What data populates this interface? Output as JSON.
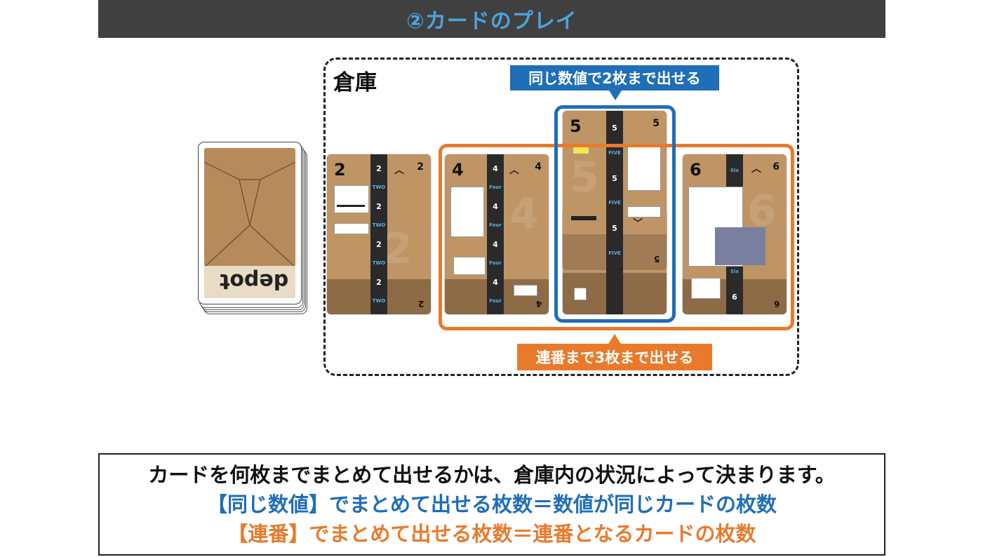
{
  "header": {
    "title": "②カードのプレイ",
    "title_color": "#4ba3dc",
    "bg_color": "#404040"
  },
  "warehouse": {
    "label": "倉庫"
  },
  "callouts": {
    "same_value": "同じ数値で2枚まで出せる",
    "sequence": "連番まで3枚まで出せる",
    "blue": "#1f6eb8",
    "orange": "#e97a2c"
  },
  "deck": {
    "logo": "depot"
  },
  "cards": [
    {
      "value": "2",
      "tape_word": "TWO"
    },
    {
      "value": "4",
      "tape_word": "Four"
    },
    {
      "value": "5",
      "tape_word": "FIVE"
    },
    {
      "value": "6",
      "tape_word": "Six"
    }
  ],
  "info": {
    "line1": "カードを何枚までまとめて出せるかは、倉庫内の状況によって決まります。",
    "line2": "【同じ数値】でまとめて出せる枚数＝数値が同じカードの枚数",
    "line3": "【連番】でまとめて出せる枚数＝連番となるカードの枚数"
  }
}
